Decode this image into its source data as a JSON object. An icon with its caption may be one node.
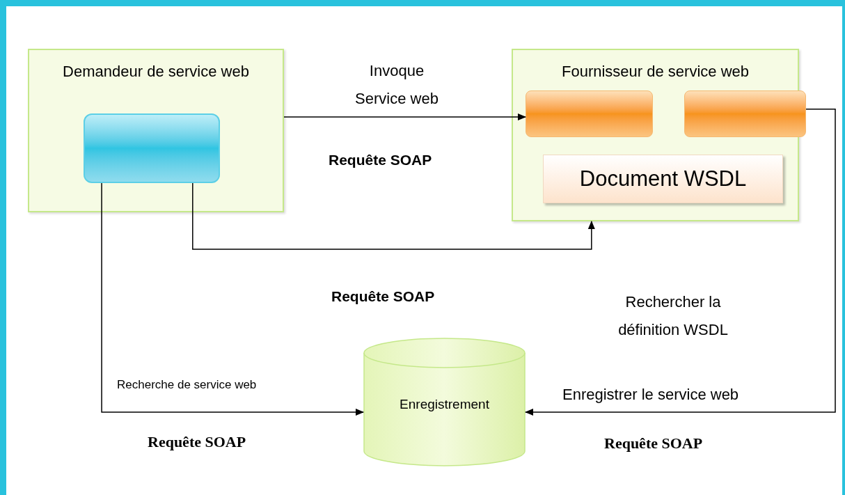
{
  "diagram": {
    "nodes": [
      {
        "text": [
          "Demandeur de service web"
        ]
      },
      {
        "text": [],
        "shape": "box",
        "in": 0
      },
      {
        "text": [
          "Fournisseur de service web"
        ]
      },
      {
        "text": [],
        "shape": "box",
        "in": 2
      },
      {
        "text": [],
        "shape": "box",
        "in": 2
      },
      {
        "text": [
          "Document WSDL"
        ],
        "in": 2
      },
      {
        "text": [
          "Enregistrement"
        ]
      }
    ],
    "edges": [
      {
        "from": 0,
        "to": 3,
        "arrow": "to",
        "label": "Invoque Service web"
      },
      {
        "from": 1,
        "to": 2,
        "arrow": "to"
      },
      {
        "from": 1,
        "to": 6,
        "arrow": "to",
        "label": "Recherche de service web"
      },
      {
        "from": 4,
        "to": 6,
        "arrow": "to",
        "label": "Enregistrer le service web"
      }
    ],
    "labels": [
      "Requête SOAP",
      "Requête SOAP",
      "Rechercher la définition WSDL",
      "Requête SOAP",
      "Requête SOAP"
    ]
  }
}
